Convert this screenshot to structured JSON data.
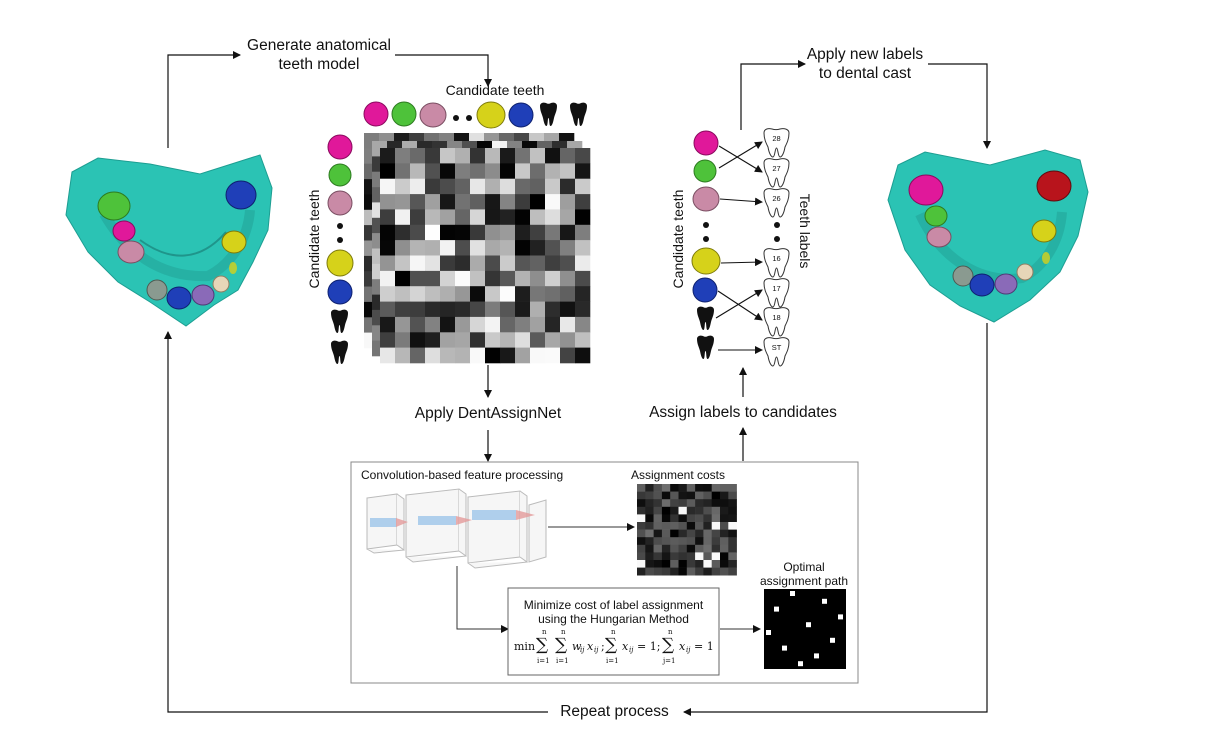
{
  "flow": {
    "generate_model": "Generate anatomical\nteeth model",
    "apply_new_labels": "Apply new labels\nto dental cast",
    "apply_dentassignnet": "Apply DentAssignNet",
    "assign_labels": "Assign labels to candidates",
    "repeat_process": "Repeat process"
  },
  "matrix_panel": {
    "candidate_teeth_top": "Candidate teeth",
    "candidate_teeth_side": "Candidate teeth"
  },
  "assignment_panel": {
    "candidate_teeth_side": "Candidate teeth",
    "teeth_labels_side": "Teeth labels",
    "labels": [
      "28",
      "27",
      "26",
      "16",
      "17",
      "18",
      "ST"
    ]
  },
  "network_box": {
    "feature_processing": "Convolution-based feature processing",
    "assignment_costs": "Assignment costs",
    "optimal_path": "Optimal\nassignment path",
    "hungarian_line1": "Minimize cost of label assignment",
    "hungarian_line2": "using the Hungarian Method",
    "formula": {
      "min": "min",
      "sum_top": "n",
      "sum_bottom_i": "i=1",
      "sum_bottom_j": "j=1",
      "term1": "w",
      "sub_ij": "ij",
      "x": "x",
      "eq1": "= 1;",
      "eq2": "= 1"
    }
  },
  "colors": {
    "cast": "#2bc3b4",
    "tooth_magenta": "#e0189a",
    "tooth_green": "#4ec23a",
    "tooth_pink": "#c98aa6",
    "tooth_yellow": "#d6d21a",
    "tooth_blue": "#1f3fb8",
    "tooth_red": "#b8141c",
    "tooth_purple": "#8a6ab8",
    "tooth_cream": "#e6d6b8"
  },
  "icons": [
    "dental-cast-icon",
    "tooth-icon",
    "tooth-outline-icon",
    "arrow-icon"
  ]
}
